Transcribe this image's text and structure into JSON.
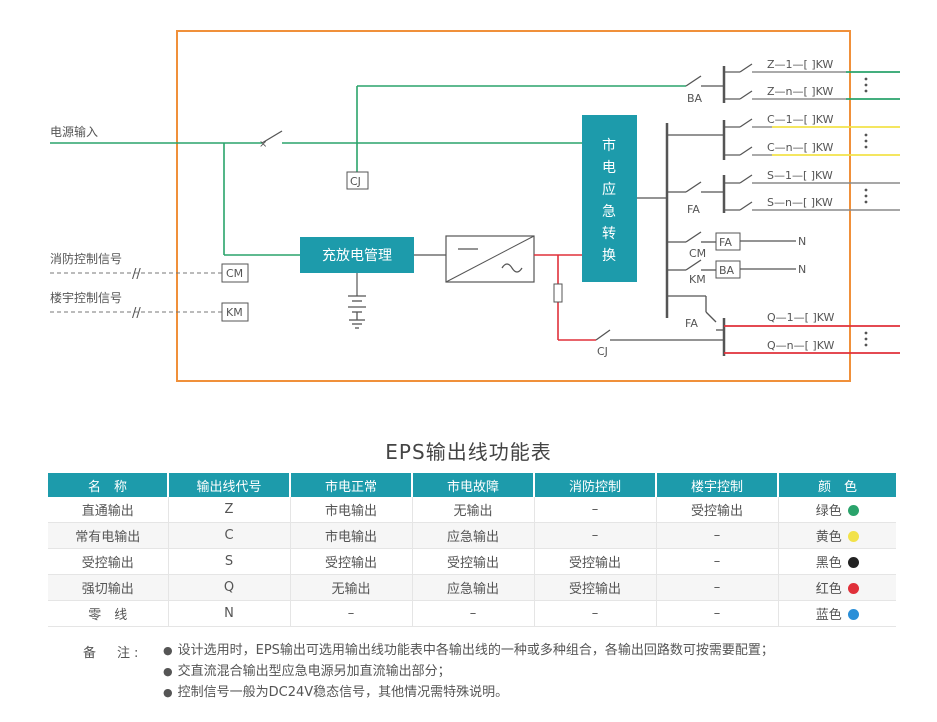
{
  "diagram": {
    "input_label": "电源输入",
    "fire_signal_label": "消防控制信号",
    "building_signal_label": "楼宇控制信号",
    "cm_label": "CM",
    "km_label": "KM",
    "cj_label": "CJ",
    "ba_label": "BA",
    "fa_label": "FA",
    "charger_label": "充放电管理",
    "transfer_chars": [
      "市",
      "电",
      "应",
      "急",
      "转",
      "换"
    ],
    "n_label": "N",
    "outputs": [
      "Z—1—[ ]KW",
      "Z—n—[ ]KW",
      "C—1—[ ]KW",
      "C—n—[ ]KW",
      "S—1—[ ]KW",
      "S—n—[ ]KW",
      "Q—1—[ ]KW",
      "Q—n—[ ]KW"
    ],
    "colors": {
      "frame": "#f0903a",
      "green": "#2aa36b",
      "yellow": "#f2e24a",
      "red": "#e0303a",
      "gray": "#8a8a8a",
      "teal": "#1d9bab",
      "dark": "#555555"
    }
  },
  "table": {
    "title": "EPS输出线功能表",
    "headers": [
      "名　称",
      "输出线代号",
      "市电正常",
      "市电故障",
      "消防控制",
      "楼宇控制",
      "颜　色"
    ],
    "rows": [
      {
        "name": "直通输出",
        "code": "Z",
        "normal": "市电输出",
        "fault": "无输出",
        "fire": "–",
        "building": "受控输出",
        "color_label": "绿色",
        "color": "#2aa36b"
      },
      {
        "name": "常有电输出",
        "code": "C",
        "normal": "市电输出",
        "fault": "应急输出",
        "fire": "–",
        "building": "–",
        "color_label": "黄色",
        "color": "#f2e24a"
      },
      {
        "name": "受控输出",
        "code": "S",
        "normal": "受控输出",
        "fault": "受控输出",
        "fire": "受控输出",
        "building": "–",
        "color_label": "黑色",
        "color": "#222222"
      },
      {
        "name": "强切输出",
        "code": "Q",
        "normal": "无输出",
        "fault": "应急输出",
        "fire": "受控输出",
        "building": "–",
        "color_label": "红色",
        "color": "#e0303a"
      },
      {
        "name": "零　线",
        "code": "N",
        "normal": "–",
        "fault": "–",
        "fire": "–",
        "building": "–",
        "color_label": "蓝色",
        "color": "#2a8fd8"
      }
    ]
  },
  "notes": {
    "label": "备　注:",
    "items": [
      "设计选用时，EPS输出可选用输出线功能表中各输出线的一种或多种组合，各输出回路数可按需要配置；",
      "交直流混合输出型应急电源另加直流输出部分；",
      "控制信号一般为DC24V稳态信号，其他情况需特殊说明。"
    ]
  }
}
